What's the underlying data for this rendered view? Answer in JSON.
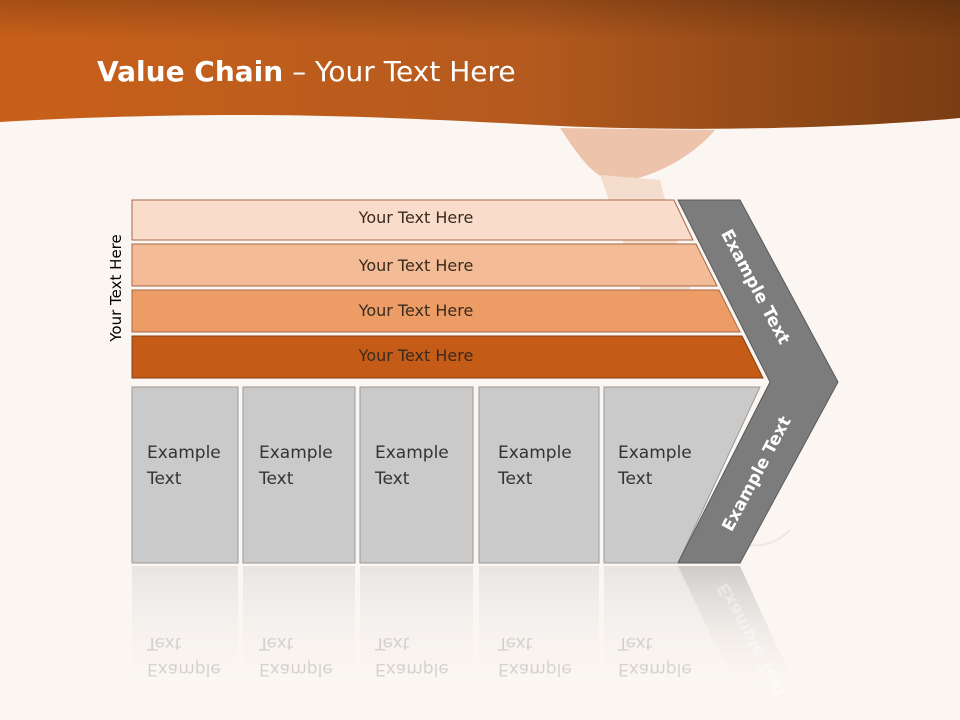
{
  "title": {
    "bold": "Value Chain",
    "rest": " – Your Text Here"
  },
  "side_label": "Your Text Here",
  "bars": [
    {
      "label": "Your Text Here",
      "color": "#f9dcca"
    },
    {
      "label": "Your Text Here",
      "color": "#f3bb96"
    },
    {
      "label": "Your Text Here",
      "color": "#ee9c66"
    },
    {
      "label": "Your Text Here",
      "color": "#c45c18"
    }
  ],
  "boxes": [
    {
      "line1": "Example",
      "line2": "Text"
    },
    {
      "line1": "Example",
      "line2": "Text"
    },
    {
      "line1": "Example",
      "line2": "Text"
    },
    {
      "line1": "Example",
      "line2": "Text"
    },
    {
      "line1": "Example",
      "line2": "Text"
    }
  ],
  "chevron": {
    "upper_label": "Example Text",
    "lower_label": "Example Text",
    "color": "#7c7c7c"
  },
  "colors": {
    "header": "#b45a17",
    "box_fill": "#cacaca",
    "background": "#fbf6f2"
  }
}
